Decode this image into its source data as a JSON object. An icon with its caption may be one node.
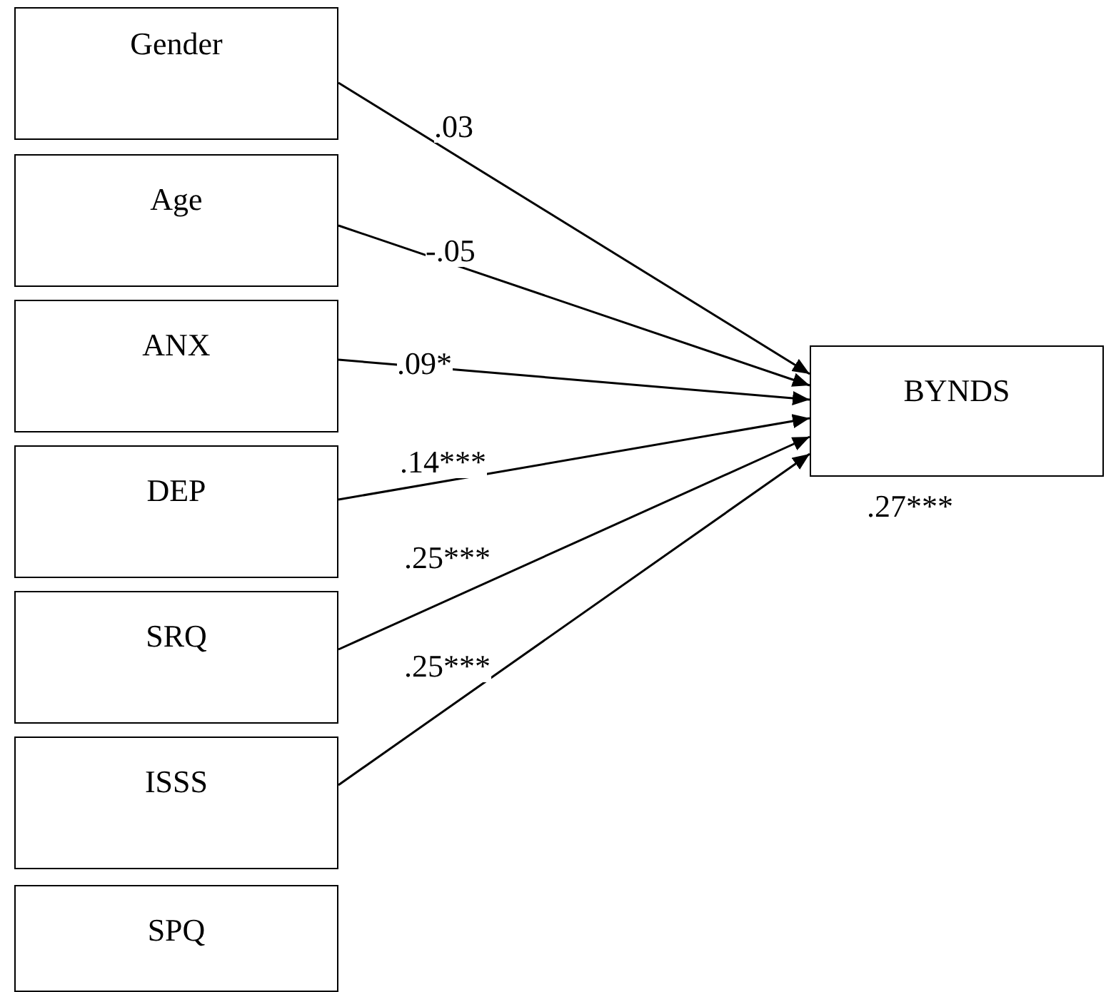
{
  "diagram": {
    "nodes": [
      {
        "text": [
          "Gender"
        ]
      },
      {
        "text": [
          "Age"
        ]
      },
      {
        "text": [
          "ANX"
        ]
      },
      {
        "text": [
          "DEP"
        ]
      },
      {
        "text": [
          "SRQ"
        ]
      },
      {
        "text": [
          "ISSS"
        ]
      },
      {
        "text": [
          "SPQ"
        ]
      },
      {
        "text": [
          "BYNDS"
        ],
        "beside": [
          ".27***"
        ]
      }
    ],
    "edges": [
      {
        "from": 0,
        "to": 7,
        "arrow": "to",
        "label": ".03"
      },
      {
        "from": 1,
        "to": 7,
        "arrow": "to",
        "label": "-.05"
      },
      {
        "from": 2,
        "to": 7,
        "arrow": "to",
        "label": ".09*"
      },
      {
        "from": 3,
        "to": 7,
        "arrow": "to",
        "label": ".14***"
      },
      {
        "from": 4,
        "to": 7,
        "arrow": "to",
        "label": ".25***"
      },
      {
        "from": 5,
        "to": 7,
        "arrow": "to",
        "label": ".25***"
      }
    ]
  }
}
